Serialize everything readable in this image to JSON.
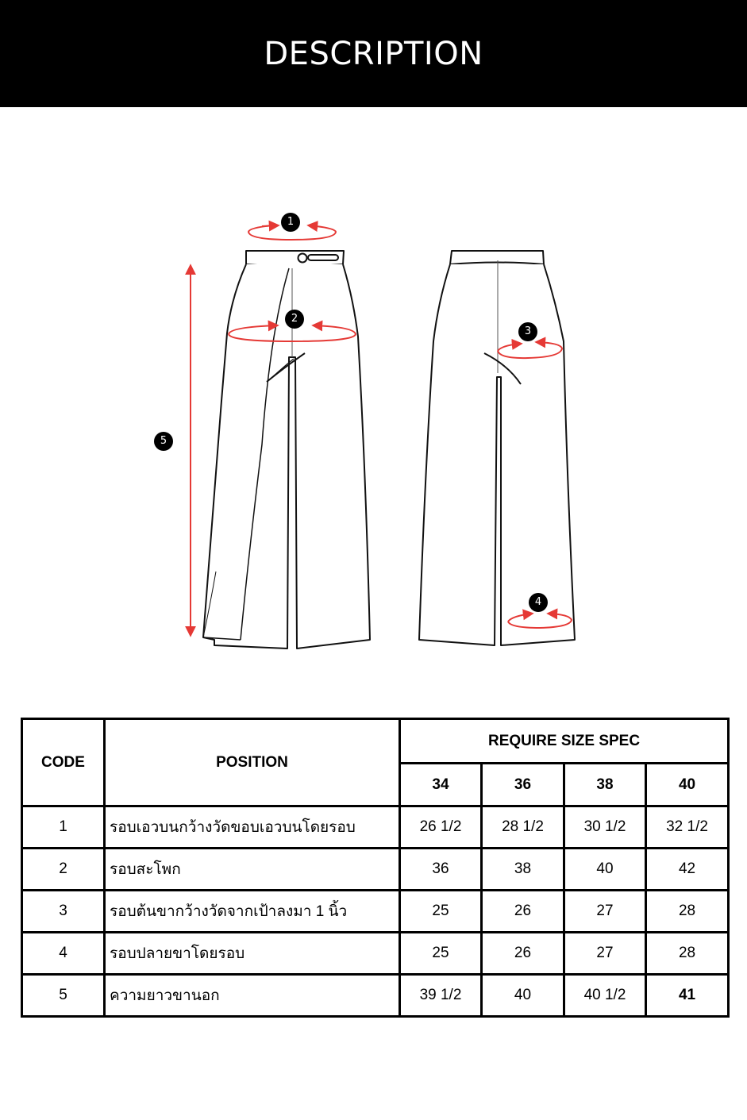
{
  "header": {
    "title": "DESCRIPTION"
  },
  "diagram": {
    "markers": [
      "1",
      "2",
      "3",
      "4",
      "5"
    ],
    "colors": {
      "measure_line": "#e53935",
      "outline": "#111111"
    }
  },
  "table": {
    "headers": {
      "code": "CODE",
      "position": "POSITION",
      "spec": "REQUIRE SIZE SPEC"
    },
    "sizes": [
      "34",
      "36",
      "38",
      "40"
    ],
    "rows": [
      {
        "code": "1",
        "position": "รอบเอวบนกว้างวัดขอบเอวบนโดยรอบ",
        "values": [
          "26 1/2",
          "28 1/2",
          "30 1/2",
          "32 1/2"
        ]
      },
      {
        "code": "2",
        "position": "รอบสะโพก",
        "values": [
          "36",
          "38",
          "40",
          "42"
        ]
      },
      {
        "code": "3",
        "position": "รอบต้นขากว้างวัดจากเป้าลงมา 1 นิ้ว",
        "values": [
          "25",
          "26",
          "27",
          "28"
        ]
      },
      {
        "code": "4",
        "position": "รอบปลายขาโดยรอบ",
        "values": [
          "25",
          "26",
          "27",
          "28"
        ]
      },
      {
        "code": "5",
        "position": "ความยาวขานอก",
        "values": [
          "39 1/2",
          "40",
          "40 1/2",
          "41"
        ]
      }
    ]
  }
}
